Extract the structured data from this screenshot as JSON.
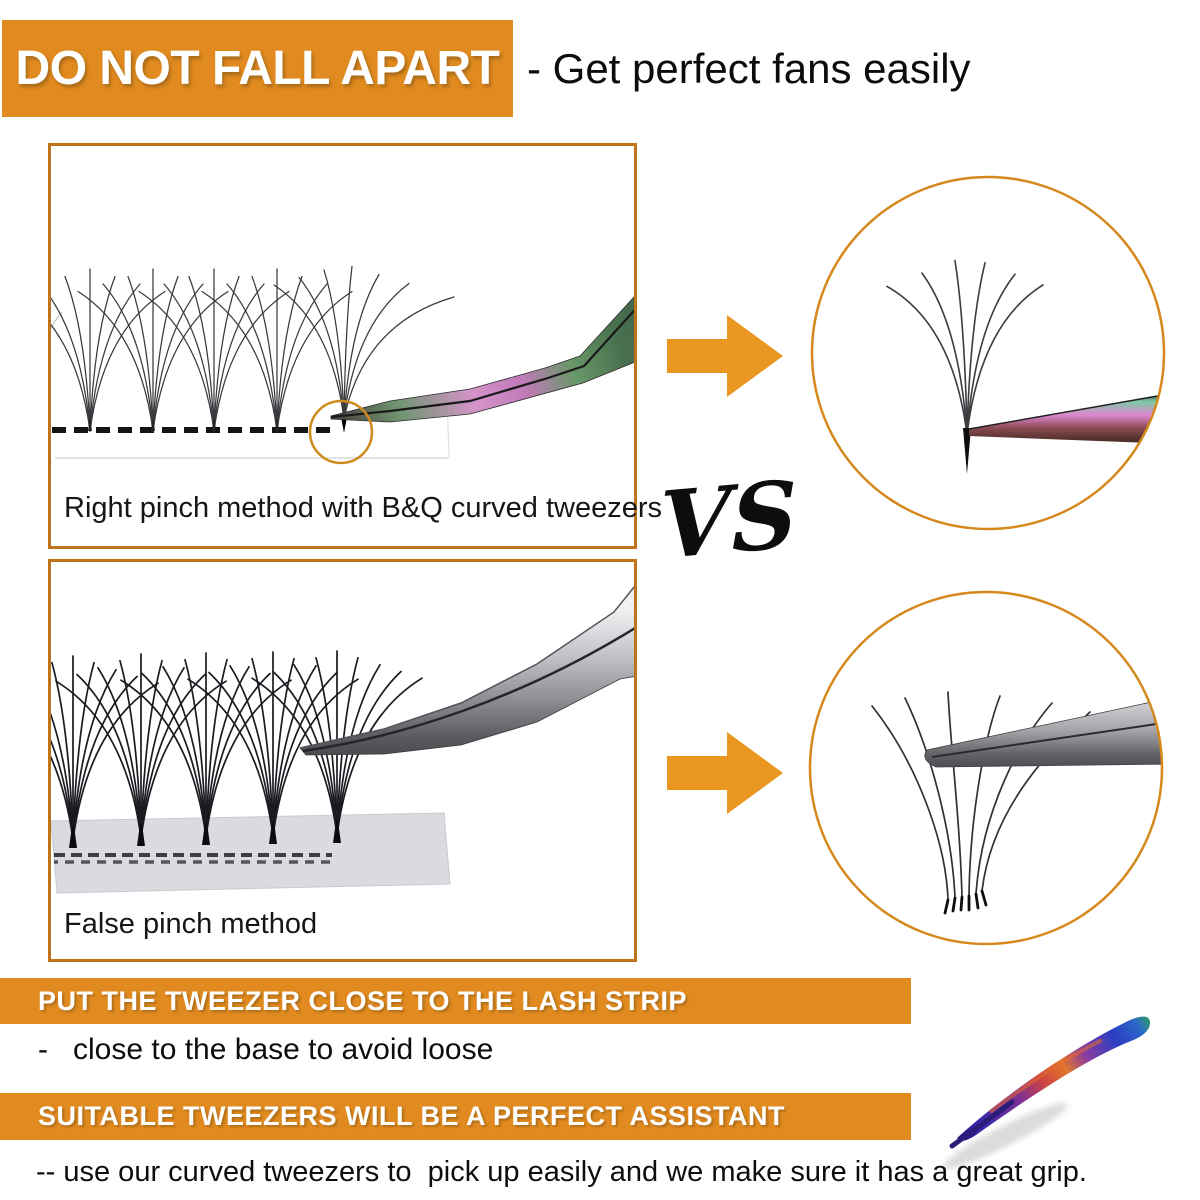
{
  "header": {
    "badge_label": "DO NOT FALL APART",
    "tagline": "- Get perfect fans easily"
  },
  "comparison": {
    "vs_label": "VS",
    "top_panel": {
      "caption": "Right pinch method with B&Q curved tweezers"
    },
    "bottom_panel": {
      "caption": "False pinch method"
    }
  },
  "footer": {
    "headline1": "PUT THE TWEEZER CLOSE TO THE LASH STRIP",
    "note1": "-   close to the base to avoid loose",
    "headline2": "SUITABLE TWEEZERS WILL BE A PERFECT ASSISTANT",
    "note2": "-- use our curved tweezers to  pick up easily and we make sure it has a great grip."
  },
  "icons": {
    "arrow_right": "block-arrow-right",
    "zoom_circle": "magnified-detail-circle",
    "highlight_circle": "pinch-point-highlight-circle",
    "product_photo": "rainbow-curved-tweezer"
  },
  "colors": {
    "accent_orange": "#E18A1F",
    "panel_border_orange": "#BF7419",
    "arrow_orange": "#EA9722",
    "circle_ring_orange": "#D5891C",
    "text_black": "#111111",
    "white": "#FFFFFF"
  }
}
